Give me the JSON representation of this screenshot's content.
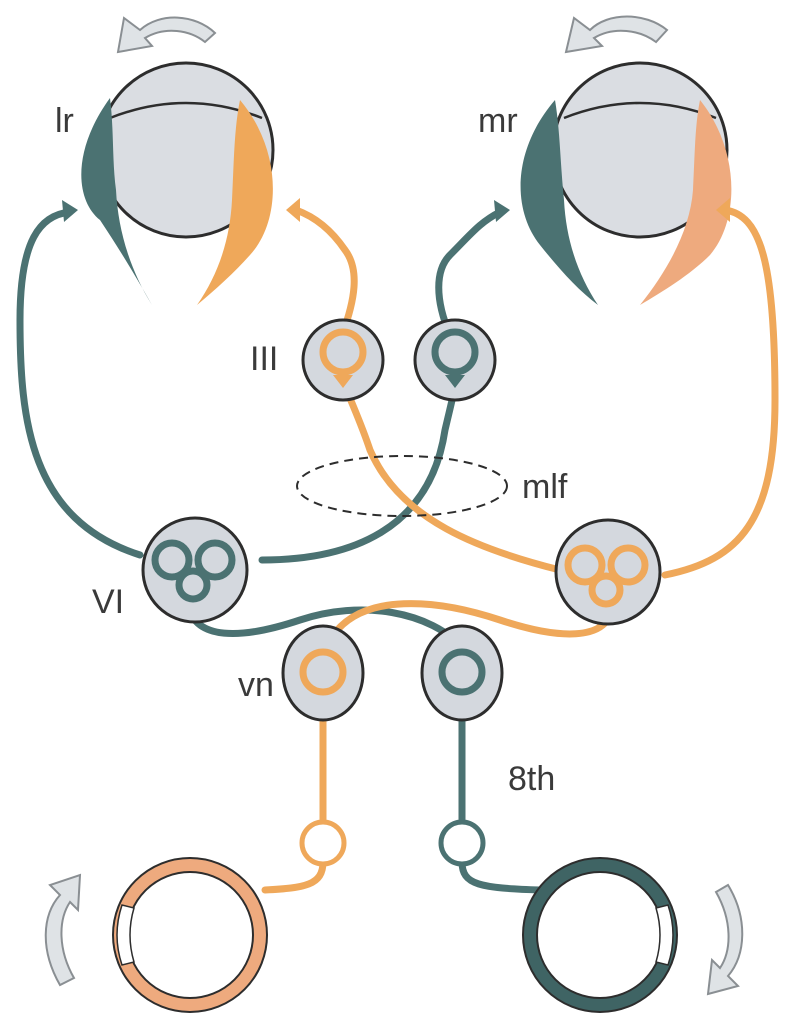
{
  "labels": {
    "lr": "lr",
    "mr": "mr",
    "iii": "III",
    "mlf": "mlf",
    "vi": "VI",
    "vn": "vn",
    "eighth": "8th"
  },
  "colors": {
    "teal": "#4b7272",
    "orange": "#efa85a",
    "salmon": "#eeaa7e",
    "nucleus_fill": "#d4d8de",
    "eyeball_fill": "#dadde2",
    "arrow_fill": "#dfe3e6",
    "outline": "#2d2d2d"
  }
}
